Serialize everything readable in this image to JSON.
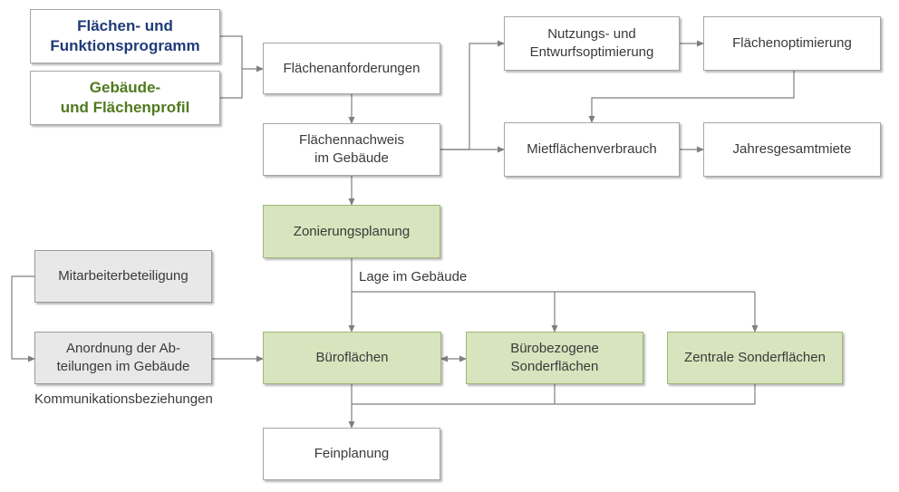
{
  "nodes": {
    "flaechen_funktionsprogramm": [
      "Flächen- und",
      "Funktionsprogramm"
    ],
    "gebaeude_flaechenprofil": [
      "Gebäude-",
      "und Flächenprofil"
    ],
    "flaechenanforderungen": [
      "Flächenanforderungen"
    ],
    "flaechennachweis": [
      "Flächennachweis",
      "im Gebäude"
    ],
    "nutzungs_entwurf": [
      "Nutzungs- und",
      "Entwurfsoptimierung"
    ],
    "flaechenoptimierung": [
      "Flächenoptimierung"
    ],
    "mietflaechenverbrauch": [
      "Mietflächenverbrauch"
    ],
    "jahresgesamtmiete": [
      "Jahresgesamtmiete"
    ],
    "zonierungsplanung": [
      "Zonierungsplanung"
    ],
    "mitarbeiterbeteiligung": [
      "Mitarbeiterbeteiligung"
    ],
    "anordnung_abteilungen": [
      "Anordnung der Ab-",
      "teilungen im Gebäude"
    ],
    "bueroflaechen": [
      "Büroflächen"
    ],
    "buerobezogene_sonderflaechen": [
      "Bürobezogene",
      "Sonderflächen"
    ],
    "zentrale_sonderflaechen": [
      "Zentrale Sonderflächen"
    ],
    "feinplanung": [
      "Feinplanung"
    ]
  },
  "labels": {
    "lage_im_gebaeude": "Lage im Gebäude",
    "kommunikationsbeziehungen": "Kommunikationsbeziehungen"
  },
  "colors": {
    "box_green": "#d7e4bd",
    "box_grey": "#e8e8e8",
    "title_blue": "#1f3b78",
    "title_green": "#4f7a1f",
    "line": "#7f7f7f"
  }
}
